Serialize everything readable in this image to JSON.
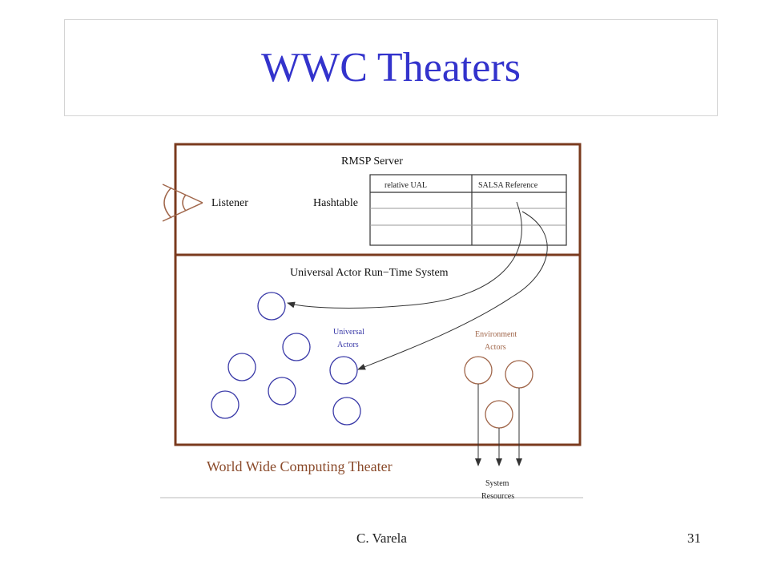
{
  "slide": {
    "title": "WWC Theaters",
    "author": "C. Varela",
    "page_number": "31"
  },
  "diagram": {
    "rmsp_server_label": "RMSP Server",
    "listener_label": "Listener",
    "hashtable_label": "Hashtable",
    "table_headers": [
      "relative UAL",
      "SALSA Reference"
    ],
    "runtime_label": "Universal Actor Run−Time System",
    "universal_actors_label": [
      "Universal",
      "Actors"
    ],
    "environment_actors_label": [
      "Environment",
      "Actors"
    ],
    "system_resources_label": [
      "System",
      "Resources"
    ],
    "theater_label": "World Wide Computing Theater"
  },
  "colors": {
    "title": "#3333cc",
    "frame": "#7a3a1e",
    "universal_actor": "#3a3aa8",
    "environment_actor": "#a0664a",
    "theater_label": "#8a4a2a"
  }
}
